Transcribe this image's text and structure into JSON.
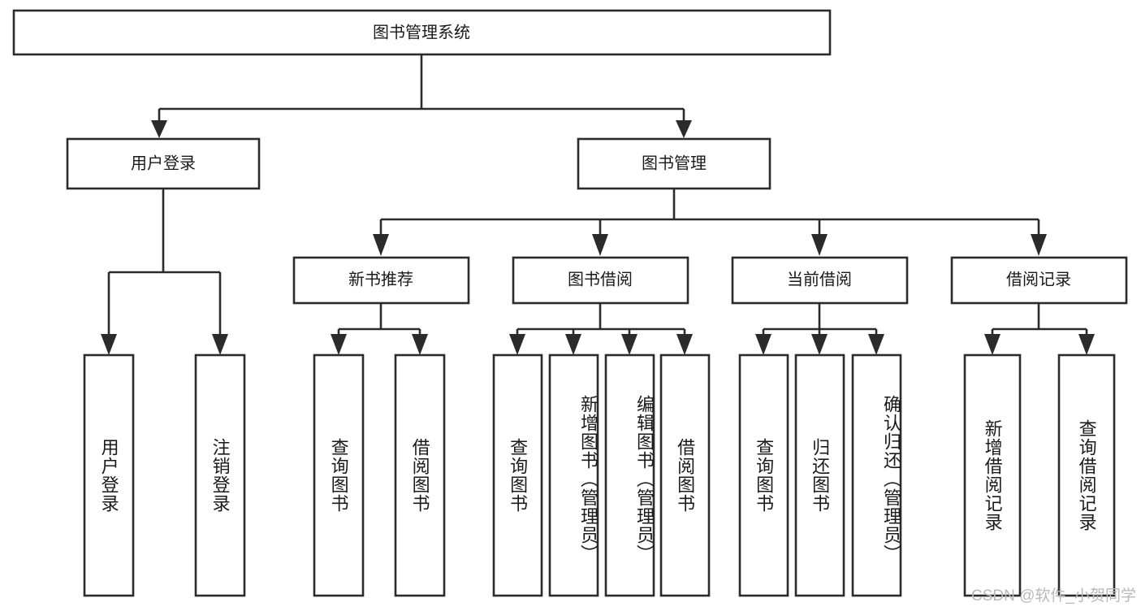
{
  "diagram": {
    "type": "tree-hierarchy-chart",
    "title": "图书管理系统",
    "root": {
      "label": "图书管理系统",
      "level": 0
    },
    "level1": [
      {
        "label": "用户登录"
      },
      {
        "label": "图书管理"
      }
    ],
    "level2": [
      {
        "label": "新书推荐"
      },
      {
        "label": "图书借阅"
      },
      {
        "label": "当前借阅"
      },
      {
        "label": "借阅记录"
      }
    ],
    "leaves": {
      "user_login": [
        {
          "label": "用户登录"
        },
        {
          "label": "注销登录"
        }
      ],
      "new_book_recommend": [
        {
          "label": "查询图书"
        },
        {
          "label": "借阅图书"
        }
      ],
      "book_borrow": [
        {
          "label": "查询图书"
        },
        {
          "label": "新增图书（管理员）"
        },
        {
          "label": "编辑图书（管理员）"
        },
        {
          "label": "借阅图书"
        }
      ],
      "current_borrow": [
        {
          "label": "查询图书"
        },
        {
          "label": "归还图书"
        },
        {
          "label": "确认归还（管理员）"
        }
      ],
      "borrow_record": [
        {
          "label": "新增借阅记录"
        },
        {
          "label": "查询借阅记录"
        }
      ]
    },
    "watermark": "CSDN @软件_小贺同学",
    "colors": {
      "stroke": "#2b2b2b",
      "fill": "#ffffff",
      "text": "#1a1a1a",
      "watermark": "#b9b9b9",
      "background": "#ffffff"
    }
  }
}
